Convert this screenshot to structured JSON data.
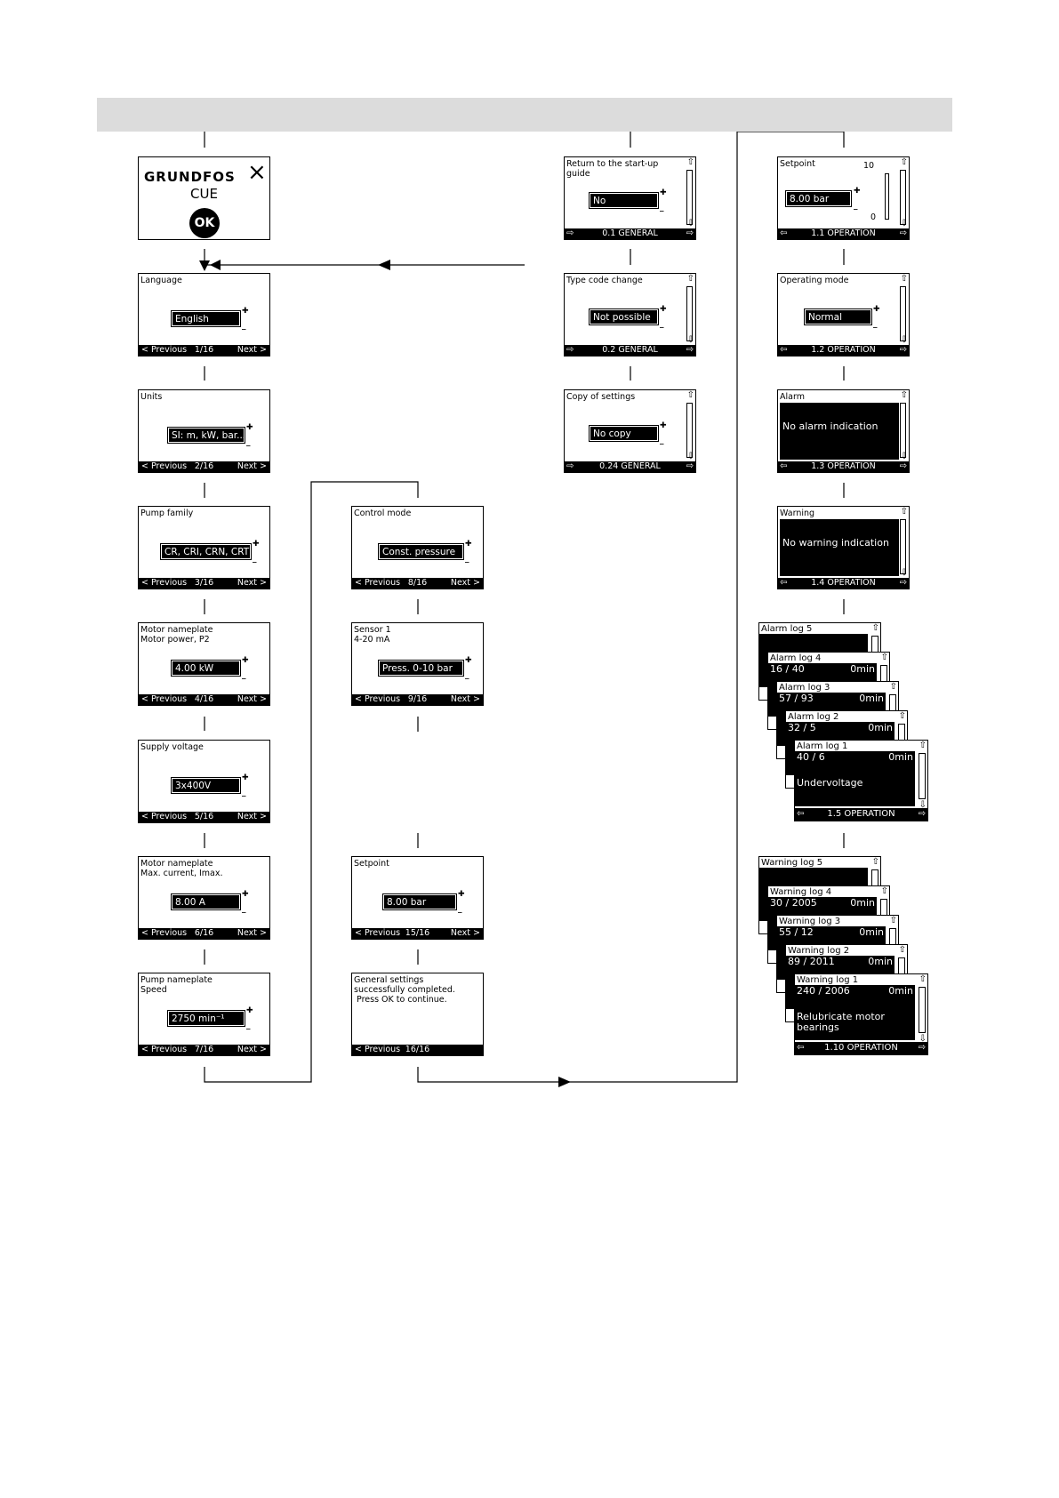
{
  "logo": {
    "brand": "GRUNDFOS",
    "product": "CUE",
    "ok": "OK"
  },
  "guide": [
    {
      "id": "language",
      "title": "Language",
      "value": "English",
      "step": "1/16"
    },
    {
      "id": "units",
      "title": "Units",
      "value": "SI: m, kW, bar...",
      "step": "2/16"
    },
    {
      "id": "pump-family",
      "title": "Pump family",
      "value": "CR, CRI, CRN, CRT",
      "step": "3/16"
    },
    {
      "id": "motor-power",
      "title": "Motor nameplate\nMotor power, P2",
      "value": "4.00 kW",
      "step": "4/16"
    },
    {
      "id": "supply-voltage",
      "title": "Supply voltage",
      "value": "3x400V",
      "step": "5/16"
    },
    {
      "id": "max-current",
      "title": "Motor nameplate\nMax. current, Imax.",
      "value": "8.00 A",
      "step": "6/16"
    },
    {
      "id": "speed",
      "title": "Pump nameplate\nSpeed",
      "value": "2750 min⁻¹",
      "step": "7/16"
    },
    {
      "id": "control-mode",
      "title": "Control mode",
      "value": "Const. pressure",
      "step": "8/16"
    },
    {
      "id": "sensor",
      "title": "Sensor 1\n4-20 mA",
      "value": "Press. 0-10 bar",
      "step": "9/16"
    },
    {
      "id": "setpoint-guide",
      "title": "Setpoint",
      "value": "8.00 bar",
      "step": "15/16"
    },
    {
      "id": "completed",
      "title": "General settings\nsuccessfully completed.\n Press OK to continue.",
      "step": "16/16"
    }
  ],
  "nav": {
    "previous": "< Previous",
    "next": "Next >"
  },
  "general": [
    {
      "id": "return",
      "title": "Return to the start-up\nguide",
      "value": "No",
      "footer": "0.1 GENERAL"
    },
    {
      "id": "type-code",
      "title": "Type code change",
      "value": "Not possible",
      "footer": "0.2 GENERAL"
    },
    {
      "id": "copy",
      "title": "Copy of settings",
      "value": "No copy",
      "footer": "0.24 GENERAL"
    }
  ],
  "operation": {
    "setpoint": {
      "title": "Setpoint",
      "value": "8.00 bar",
      "max": "10",
      "min": "0",
      "footer": "1.1 OPERATION"
    },
    "mode": {
      "title": "Operating mode",
      "value": "Normal",
      "footer": "1.2 OPERATION"
    },
    "alarm": {
      "title": "Alarm",
      "message": "No alarm indication",
      "footer": "1.3 OPERATION"
    },
    "warning": {
      "title": "Warning",
      "message": "No warning indication",
      "footer": "1.4 OPERATION"
    }
  },
  "alarm_logs": {
    "footer": "1.5 OPERATION",
    "items": [
      {
        "title": "Alarm log 5",
        "num": "",
        "min": "",
        "msg": ""
      },
      {
        "title": "Alarm log 4",
        "num": "16 / 40",
        "min": "0min",
        "msg": ""
      },
      {
        "title": "Alarm log 3",
        "num": "57 / 93",
        "min": "0min",
        "msg": ""
      },
      {
        "title": "Alarm log 2",
        "num": "32 / 5",
        "min": "0min",
        "msg": ""
      },
      {
        "title": "Alarm log 1",
        "num": "40 / 6",
        "min": "0min",
        "msg": "Undervoltage"
      }
    ]
  },
  "warning_logs": {
    "footer": "1.10 OPERATION",
    "items": [
      {
        "title": "Warning log 5",
        "num": "",
        "min": "",
        "msg": ""
      },
      {
        "title": "Warning log 4",
        "num": "30 / 2005",
        "min": "0min",
        "msg": ""
      },
      {
        "title": "Warning log 3",
        "num": "55 / 12",
        "min": "0min",
        "msg": ""
      },
      {
        "title": "Warning log 2",
        "num": "89 / 2011",
        "min": "0min",
        "msg": ""
      },
      {
        "title": "Warning log 1",
        "num": "240 / 2006",
        "min": "0min",
        "msg": "Relubricate motor\nbearings"
      }
    ]
  },
  "icons": {
    "plus": "plus-icon",
    "minus": "minus-icon",
    "up": "arrow-up-icon",
    "down": "arrow-down-icon",
    "left": "arrow-left-icon",
    "right": "arrow-right-icon"
  },
  "colors": {
    "header_bar": "#dcdcdc",
    "screen_fg": "#000000",
    "screen_bg": "#ffffff"
  }
}
